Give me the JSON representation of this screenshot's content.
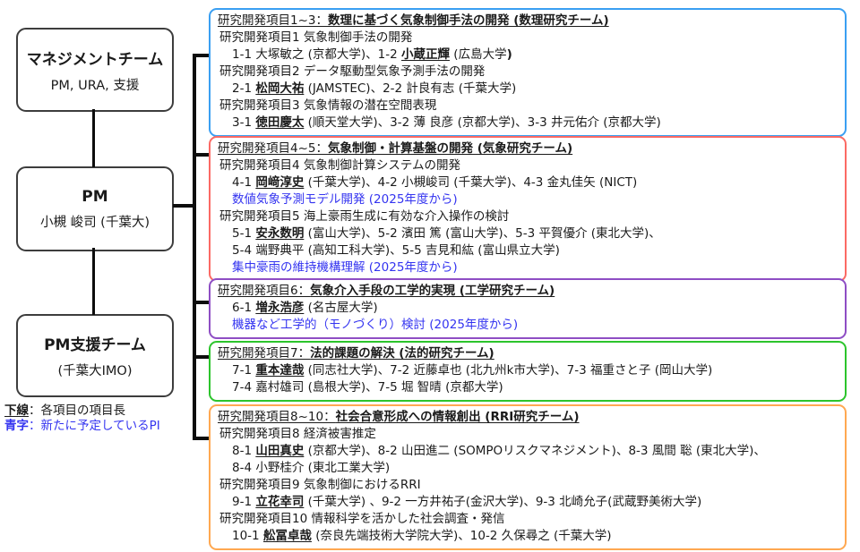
{
  "org": {
    "boxes": [
      {
        "title": "マネジメントチーム",
        "subtitle": "PM, URA, 支援"
      },
      {
        "title": "PM",
        "subtitle": "小槻 峻司 (千葉大)"
      },
      {
        "title": "PM支援チーム",
        "subtitle": "(千葉大IMO)"
      }
    ]
  },
  "legend": {
    "underline_term": "下線",
    "underline_desc": "：各項目の項目長",
    "blue_term": "青字",
    "blue_desc": "：新たに予定しているPI",
    "blue_color": "#3434f0"
  },
  "teams": [
    {
      "name": "math-research-team",
      "color": "#3a9ff2",
      "title": [
        {
          "t": "研究開発項目1~3："
        },
        {
          "t": "数理に基づく気象制御手法の開発 (数理研究チーム)",
          "b": true
        }
      ],
      "lines": [
        {
          "ind": 0,
          "segs": [
            {
              "t": "研究開発項目1 気象制御手法の開発"
            }
          ]
        },
        {
          "ind": 1,
          "segs": [
            {
              "t": "1-1 大塚敏之 (京都大学)、1-2 "
            },
            {
              "t": "小蔵正輝",
              "b": true,
              "u": true
            },
            {
              "t": " (広島大学"
            },
            {
              "t": ")",
              "b": true
            }
          ]
        },
        {
          "ind": 0,
          "segs": [
            {
              "t": "研究開発項目2 データ駆動型気象予測手法の開発"
            }
          ]
        },
        {
          "ind": 1,
          "segs": [
            {
              "t": "2-1 "
            },
            {
              "t": "松岡大祐",
              "b": true,
              "u": true
            },
            {
              "t": " (JAMSTEC)、2-2 計良有志 (千葉大学)"
            }
          ]
        },
        {
          "ind": 0,
          "segs": [
            {
              "t": "研究開発項目3 気象情報の潜在空間表現"
            }
          ]
        },
        {
          "ind": 1,
          "segs": [
            {
              "t": "3-1 "
            },
            {
              "t": "徳田慶太",
              "b": true,
              "u": true
            },
            {
              "t": " (順天堂大学)、3-2 薄 良彦 (京都大学)、3-3 井元佑介 (京都大学)"
            }
          ]
        }
      ]
    },
    {
      "name": "weather-research-team",
      "color": "#fb6a64",
      "title": [
        {
          "t": "研究開発項目4~5："
        },
        {
          "t": "気象制御・計算基盤の開発 (気象研究チーム)",
          "b": true
        }
      ],
      "lines": [
        {
          "ind": 0,
          "segs": [
            {
              "t": "研究開発項目4 気象制御計算システムの開発"
            }
          ]
        },
        {
          "ind": 1,
          "segs": [
            {
              "t": "4-1 "
            },
            {
              "t": "岡﨑淳史",
              "b": true,
              "u": true
            },
            {
              "t": " (千葉大学)、4-2 小槻峻司 (千葉大学)、4-3 金丸佳矢 (NICT)"
            }
          ]
        },
        {
          "ind": 1,
          "blue": true,
          "segs": [
            {
              "t": "数値気象予測モデル開発 (2025年度から)"
            }
          ]
        },
        {
          "ind": 0,
          "segs": [
            {
              "t": "研究開発項目5 海上豪雨生成に有効な介入操作の検討"
            }
          ]
        },
        {
          "ind": 1,
          "segs": [
            {
              "t": "5-1 "
            },
            {
              "t": "安永数明",
              "b": true,
              "u": true
            },
            {
              "t": " (富山大学)、5-2 濱田 篤 (富山大学)、5-3 平賀優介 (東北大学)、"
            }
          ]
        },
        {
          "ind": 1,
          "segs": [
            {
              "t": "5-4 端野典平 (高知工科大学)、5-5 吉見和紘 (富山県立大学)"
            }
          ]
        },
        {
          "ind": 1,
          "blue": true,
          "segs": [
            {
              "t": "集中豪雨の維持機構理解 (2025年度から)"
            }
          ]
        }
      ]
    },
    {
      "name": "engineering-research-team",
      "color": "#8e4ec4",
      "title": [
        {
          "t": "研究開発項目6："
        },
        {
          "t": "気象介入手段の工学的実現 (工学研究チーム)",
          "b": true
        }
      ],
      "lines": [
        {
          "ind": 1,
          "segs": [
            {
              "t": "6-1 "
            },
            {
              "t": "増永浩彦",
              "b": true,
              "u": true
            },
            {
              "t": " (名古屋大学)"
            }
          ]
        },
        {
          "ind": 1,
          "blue": true,
          "segs": [
            {
              "t": "機器など工学的（モノづくり）検討 (2025年度から)"
            }
          ]
        }
      ]
    },
    {
      "name": "legal-research-team",
      "color": "#2cc42c",
      "title": [
        {
          "t": "研究開発項目7："
        },
        {
          "t": "法的課題の解決 (法的研究チーム)",
          "b": true
        }
      ],
      "lines": [
        {
          "ind": 1,
          "segs": [
            {
              "t": "7-1 "
            },
            {
              "t": "重本達哉",
              "b": true,
              "u": true
            },
            {
              "t": " (同志社大学)、7-2 近藤卓也 (北九州k市大学)、7-3 福重さと子 (岡山大学)"
            }
          ]
        },
        {
          "ind": 1,
          "segs": [
            {
              "t": "7-4 嘉村雄司 (島根大学)、7-5 堀 智晴 (京都大学)"
            }
          ]
        }
      ]
    },
    {
      "name": "rri-research-team",
      "color": "#ffa851",
      "title": [
        {
          "t": "研究開発項目8~10："
        },
        {
          "t": "社会合意形成への情報創出 (RRI研究チーム)",
          "b": true
        }
      ],
      "lines": [
        {
          "ind": 0,
          "segs": [
            {
              "t": "研究開発項目8 経済被害推定"
            }
          ]
        },
        {
          "ind": 1,
          "segs": [
            {
              "t": "8-1 "
            },
            {
              "t": "山田真史",
              "b": true,
              "u": true
            },
            {
              "t": " (京都大学)、8-2 山田進二 (SOMPOリスクマネジメント)、8-3 風間 聡 (東北大学)、"
            }
          ]
        },
        {
          "ind": 1,
          "segs": [
            {
              "t": "8-4 小野桂介 (東北工業大学)"
            }
          ]
        },
        {
          "ind": 0,
          "segs": [
            {
              "t": "研究開発項目9 気象制御におけるRRI"
            }
          ]
        },
        {
          "ind": 1,
          "segs": [
            {
              "t": "9-1 "
            },
            {
              "t": "立花幸司",
              "b": true,
              "u": true
            },
            {
              "t": " (千葉大学) 、9-2 一方井祐子(金沢大学)、9-3 北崎允子(武蔵野美術大学)"
            }
          ]
        },
        {
          "ind": 0,
          "segs": [
            {
              "t": "研究開発項目10 情報科学を活かした社会調査・発信"
            }
          ]
        },
        {
          "ind": 1,
          "segs": [
            {
              "t": "10-1 "
            },
            {
              "t": "舩冨卓哉",
              "b": true,
              "u": true
            },
            {
              "t": " (奈良先端技術大学院大学)、10-2 久保尋之 (千葉大学)"
            }
          ]
        }
      ]
    }
  ]
}
